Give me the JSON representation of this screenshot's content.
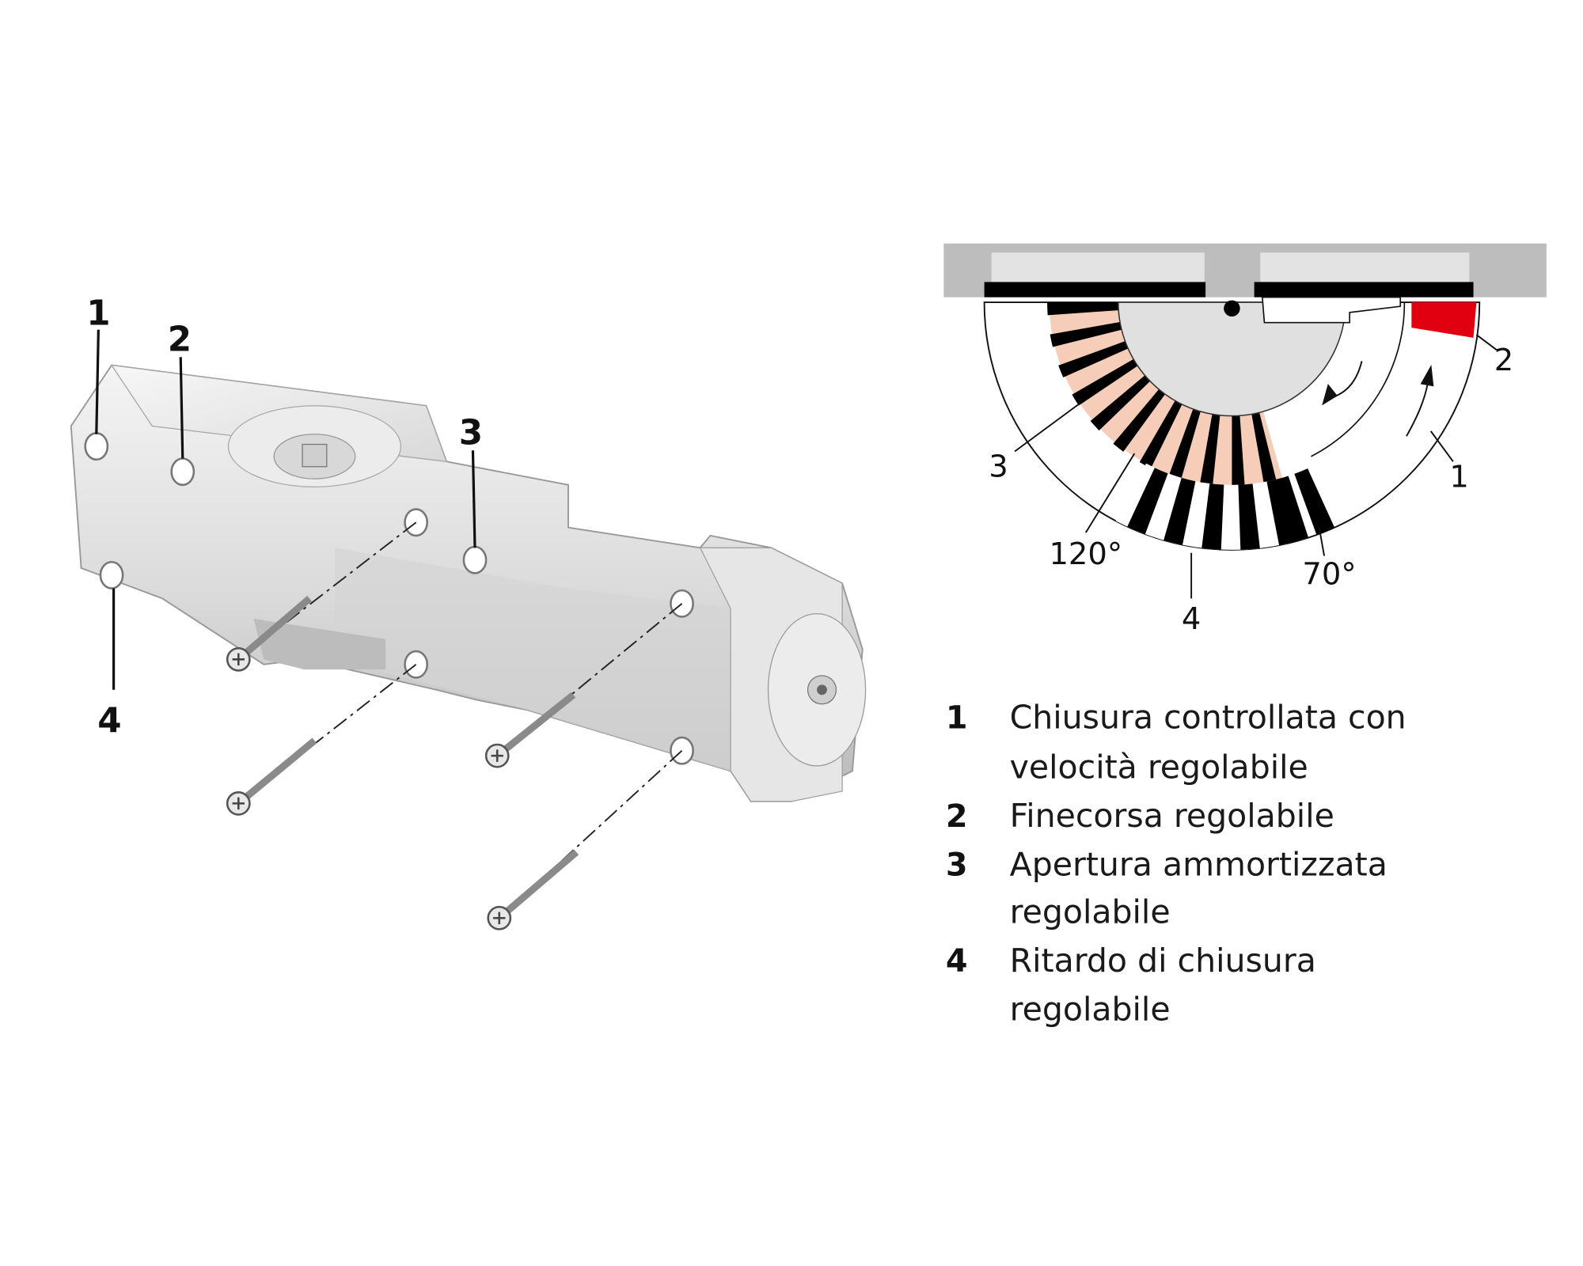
{
  "product_callouts": [
    "1",
    "2",
    "3",
    "4"
  ],
  "diagram": {
    "callouts": [
      "1",
      "2",
      "3",
      "4"
    ],
    "angle_labels": {
      "start": "120°",
      "end": "70°"
    },
    "colors": {
      "wall": "#bdbdbd",
      "panel": "#e3e3e3",
      "disc": "#e0e0e0",
      "band": "#f6cdb8",
      "stop": "#e0000f"
    }
  },
  "legend": [
    {
      "number": "1",
      "lines": [
        "Chiusura controllata con",
        "velocità regolabile"
      ]
    },
    {
      "number": "2",
      "lines": [
        "Finecorsa regolabile"
      ]
    },
    {
      "number": "3",
      "lines": [
        "Apertura ammortizzata",
        "regolabile"
      ]
    },
    {
      "number": "4",
      "lines": [
        "Ritardo di chiusura",
        "regolabile"
      ]
    }
  ]
}
